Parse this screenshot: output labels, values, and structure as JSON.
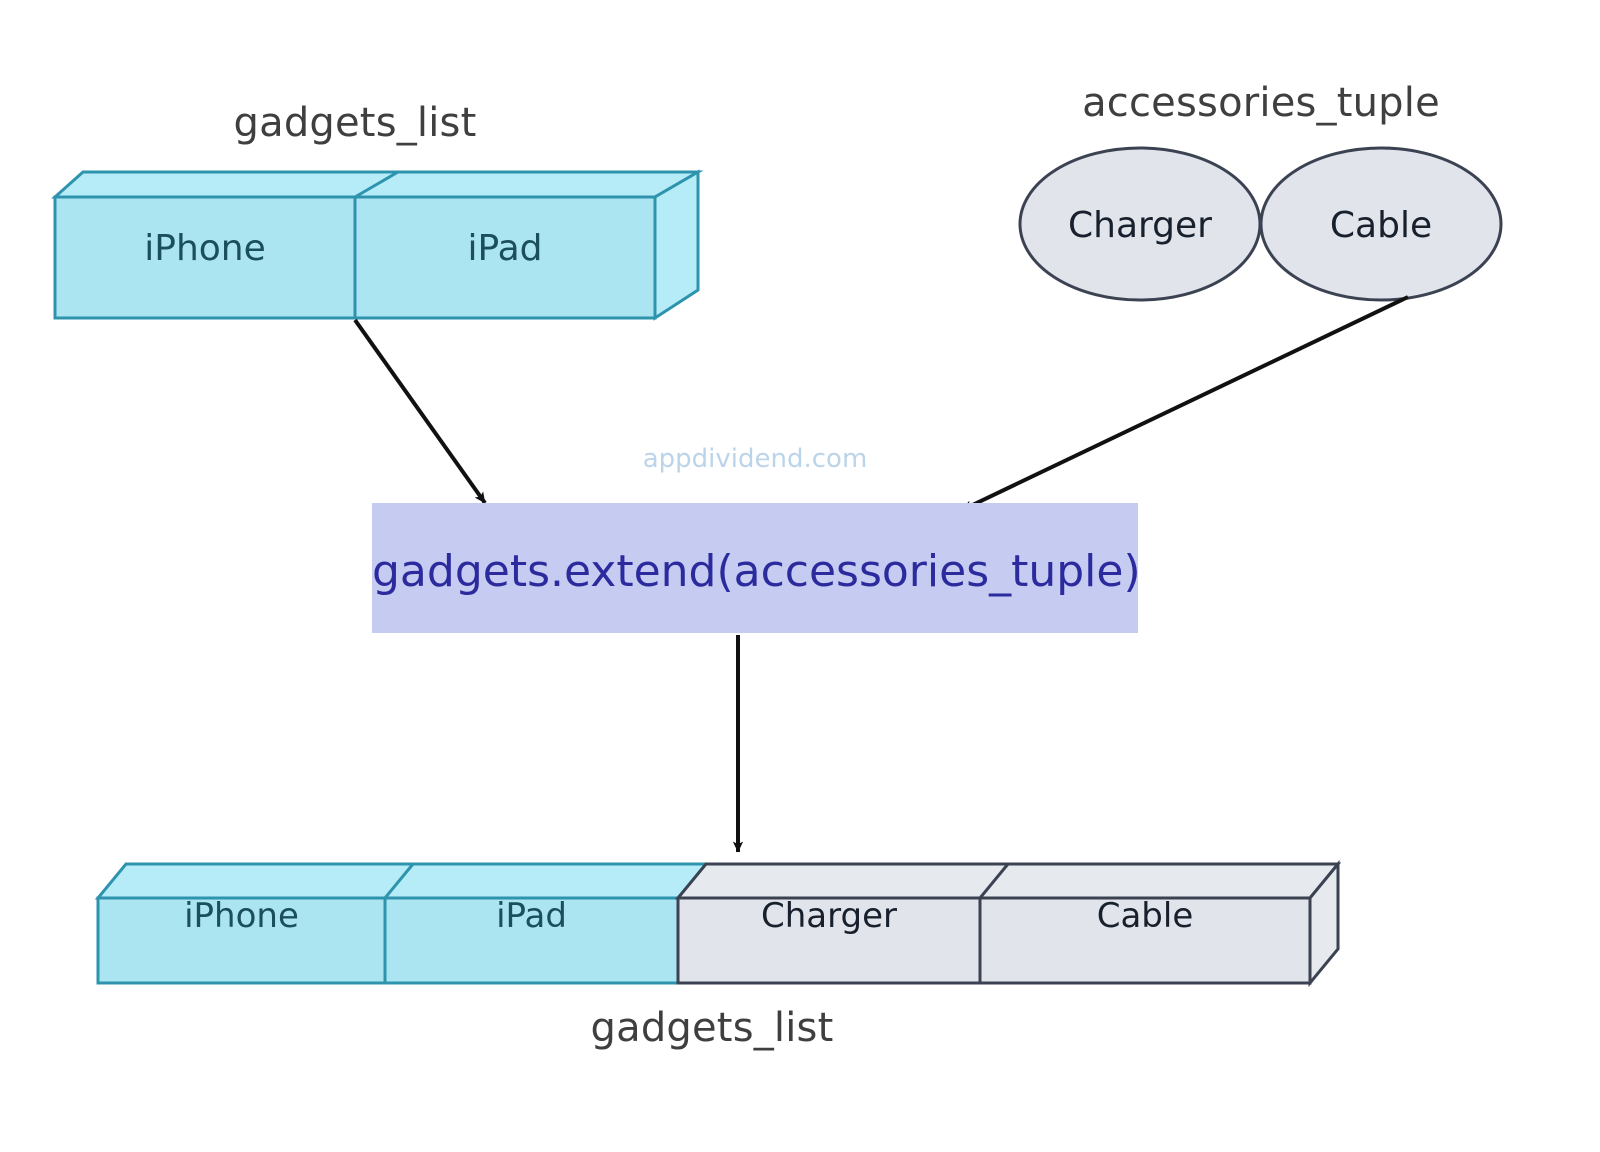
{
  "diagram": {
    "title_top_list": "gadgets_list",
    "title_tuple": "accessories_tuple",
    "title_bottom_list": "gadgets_list",
    "watermark": "appdividend.com",
    "operation_label": "gadgets.extend(accessories_tuple)",
    "source_list": {
      "name": "gadgets_list",
      "items": [
        "iPhone",
        "iPad"
      ]
    },
    "source_tuple": {
      "name": "accessories_tuple",
      "items": [
        "Charger",
        "Cable"
      ]
    },
    "result_list": {
      "name": "gadgets_list",
      "items": [
        "iPhone",
        "iPad",
        "Charger",
        "Cable"
      ],
      "origins": [
        "list",
        "list",
        "tuple",
        "tuple"
      ]
    },
    "colors": {
      "list_fill": "#ace5f2",
      "list_top_fill": "#b6ecf7",
      "list_stroke": "#2e94ad",
      "tuple_fill": "#e1e4ea",
      "tuple_top_fill": "#e6e9ee",
      "tuple_stroke": "#3b4252",
      "operation_fill": "#c6cbf2",
      "operation_text": "#2b2b9e",
      "arrow": "#111111",
      "label_text": "#3f3f3f",
      "watermark_text": "#bcd4ea",
      "background": "#ffffff"
    }
  }
}
